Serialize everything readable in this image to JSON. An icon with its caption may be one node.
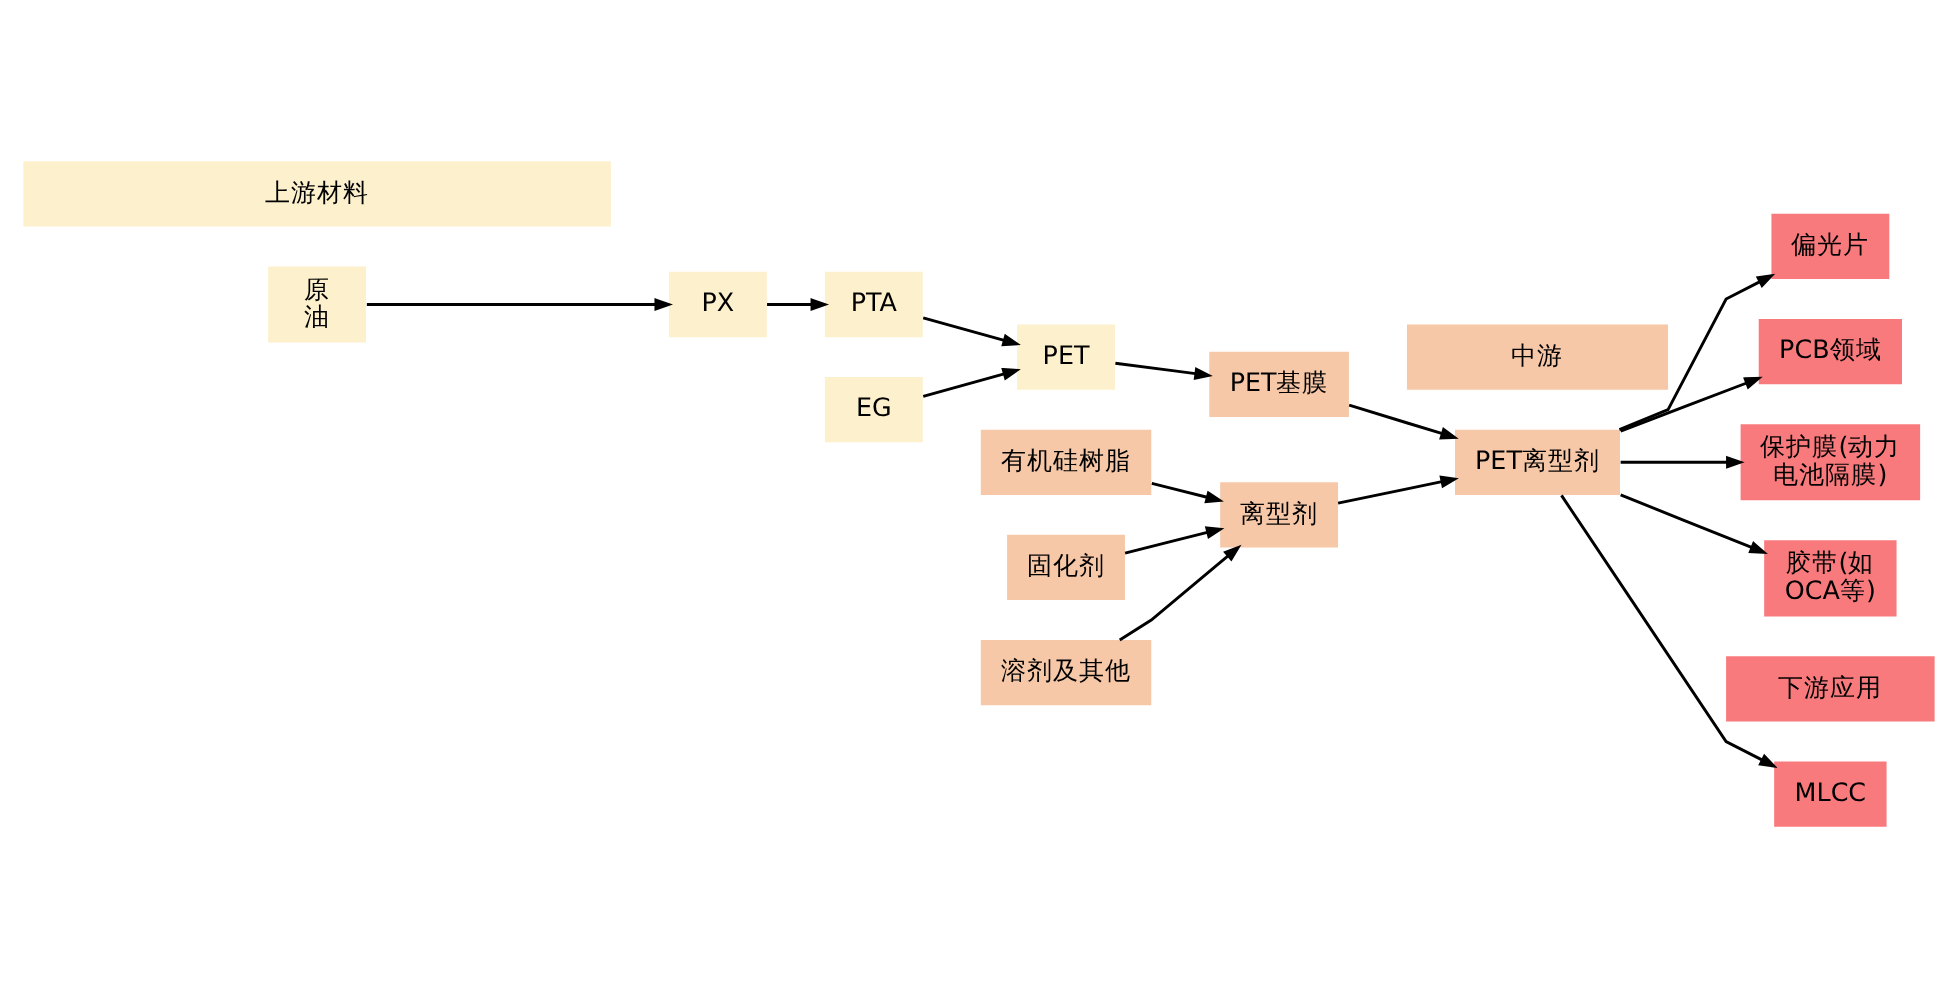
{
  "diagram": {
    "nodes": [
      {
        "text": [
          "上游材料"
        ]
      },
      {
        "text": [
          "中游"
        ]
      },
      {
        "text": [
          "下游应用"
        ]
      },
      {
        "text": [
          "原油"
        ]
      },
      {
        "text": [
          "PX"
        ]
      },
      {
        "text": [
          "PTA"
        ]
      },
      {
        "text": [
          "EG"
        ]
      },
      {
        "text": [
          "PET"
        ]
      },
      {
        "text": [
          "PET基膜"
        ]
      },
      {
        "text": [
          "MLCC"
        ]
      },
      {
        "text": [
          "偏光片"
        ]
      },
      {
        "text": [
          "有机硅树脂"
        ]
      },
      {
        "text": [
          "PET离型剂"
        ]
      },
      {
        "text": [
          "PCB领域"
        ]
      },
      {
        "text": [
          "固化剂"
        ]
      },
      {
        "text": [
          "离型剂"
        ]
      },
      {
        "text": [
          "保护膜(动力电池隔膜)"
        ]
      },
      {
        "text": [
          "溶剂及其他"
        ]
      },
      {
        "text": [
          "胶带(如OCA等)"
        ]
      }
    ],
    "edges": [
      {
        "from": 3,
        "to": 4,
        "arrow": "to"
      },
      {
        "from": 4,
        "to": 5,
        "arrow": "to"
      },
      {
        "from": 5,
        "to": 7,
        "arrow": "to"
      },
      {
        "from": 6,
        "to": 7,
        "arrow": "to"
      },
      {
        "from": 7,
        "to": 8,
        "arrow": "to"
      },
      {
        "from": 8,
        "to": 12,
        "arrow": "to"
      },
      {
        "from": 11,
        "to": 15,
        "arrow": "to"
      },
      {
        "from": 14,
        "to": 15,
        "arrow": "to"
      },
      {
        "from": 17,
        "to": 15,
        "arrow": "to"
      },
      {
        "from": 15,
        "to": 12,
        "arrow": "to"
      },
      {
        "from": 12,
        "to": 9,
        "arrow": "to"
      },
      {
        "from": 12,
        "to": 10,
        "arrow": "to"
      },
      {
        "from": 12,
        "to": 13,
        "arrow": "to"
      },
      {
        "from": 12,
        "to": 16,
        "arrow": "to"
      },
      {
        "from": 12,
        "to": 18,
        "arrow": "to"
      }
    ]
  }
}
